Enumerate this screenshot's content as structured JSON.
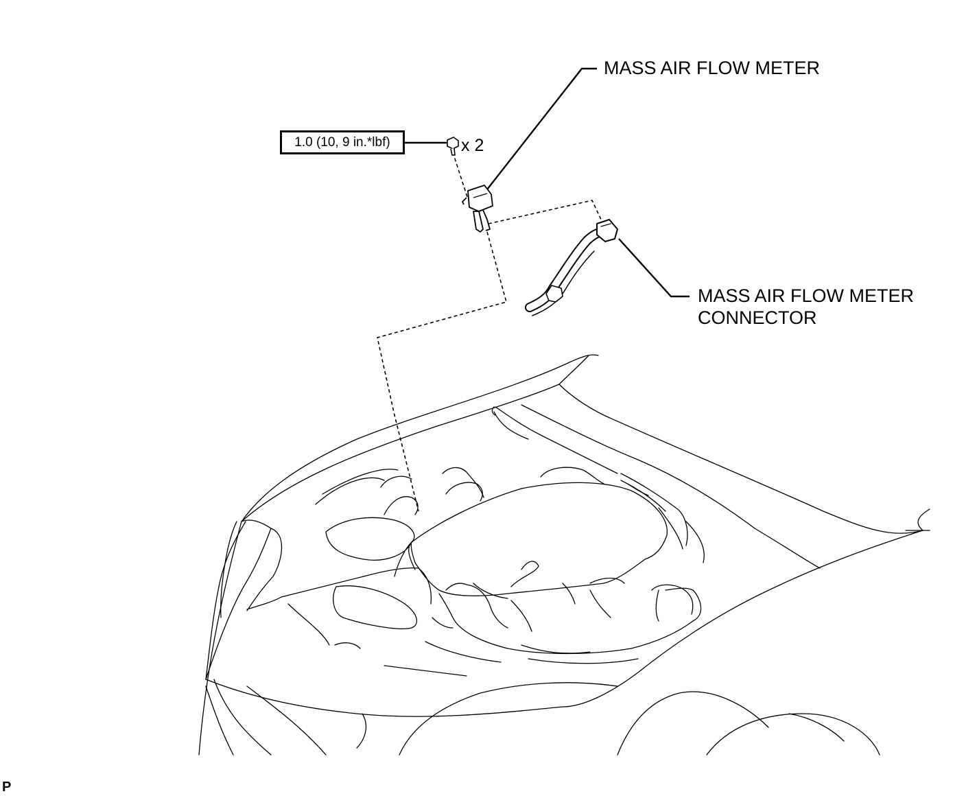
{
  "labels": {
    "mass_air_flow_meter": "MASS AIR FLOW METER",
    "connector_line1": "MASS AIR FLOW METER",
    "connector_line2": "CONNECTOR"
  },
  "torque": {
    "spec": "1.0 (10, 9 in.*lbf)",
    "quantity": "x 2"
  },
  "corner_mark": "P",
  "icons": {
    "bolt": "bolt-icon",
    "meter": "mass-air-flow-meter-part",
    "harness": "wire-harness-connector"
  }
}
